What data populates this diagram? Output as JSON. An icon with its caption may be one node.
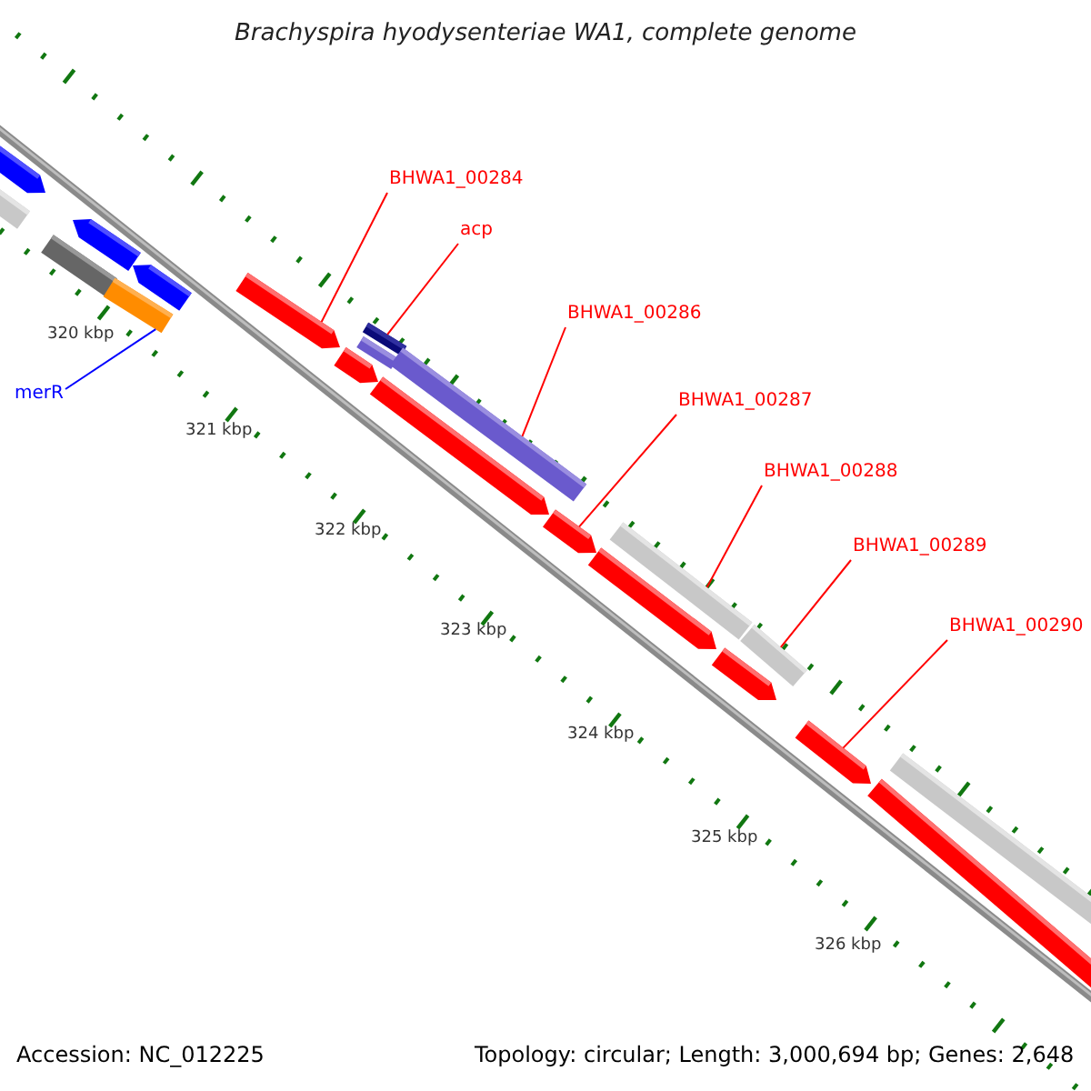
{
  "diagram": {
    "title": "Brachyspira hyodysenteriae WA1, complete genome",
    "nodes": [
      {
        "text": [
          "BHWA1_00284"
        ]
      },
      {
        "text": [
          "acp"
        ]
      },
      {
        "text": [
          "BHWA1_00286"
        ]
      },
      {
        "text": [
          "BHWA1_00287"
        ]
      },
      {
        "text": [
          "BHWA1_00288"
        ]
      },
      {
        "text": [
          "BHWA1_00289"
        ]
      },
      {
        "text": [
          "BHWA1_00290"
        ]
      },
      {
        "text": [
          "merR"
        ]
      },
      {
        "text": [],
        "shape": "bar"
      },
      {
        "text": [],
        "shape": "bar"
      },
      {
        "text": [],
        "shape": "bar"
      },
      {
        "text": [],
        "shape": "bar"
      },
      {
        "text": [],
        "shape": "bar"
      },
      {
        "text": [],
        "shape": "bar"
      },
      {
        "text": [],
        "shape": "bar"
      },
      {
        "text": [],
        "shape": "bar"
      }
    ],
    "edges": [
      {
        "from": 0,
        "to": 8,
        "arrow": "none"
      },
      {
        "from": 1,
        "to": 9,
        "arrow": "none"
      },
      {
        "from": 2,
        "to": 10,
        "arrow": "none"
      },
      {
        "from": 3,
        "to": 11,
        "arrow": "none"
      },
      {
        "from": 4,
        "to": 12,
        "arrow": "none"
      },
      {
        "from": 5,
        "to": 13,
        "arrow": "none"
      },
      {
        "from": 6,
        "to": 14,
        "arrow": "none"
      },
      {
        "from": 7,
        "to": 15,
        "arrow": "none",
        "color": "#0000ff"
      }
    ],
    "labels": [
      "320 kbp",
      "321 kbp",
      "322 kbp",
      "323 kbp",
      "324 kbp",
      "325 kbp",
      "326 kbp",
      "Accession: NC_012225",
      "Topology: circular; Length: 3,000,694 bp; Genes: 2,648"
    ]
  }
}
